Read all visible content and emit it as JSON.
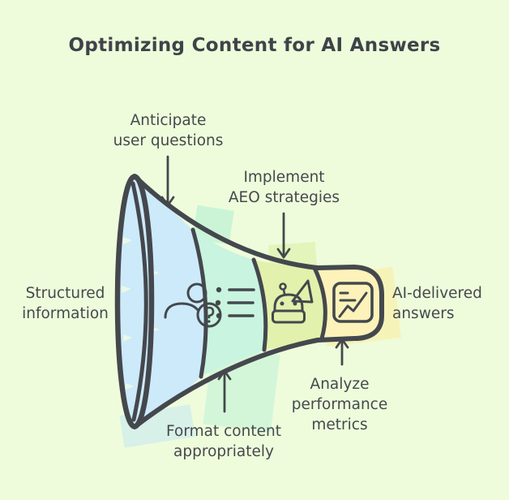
{
  "title": "Optimizing Content for AI Answers",
  "labels": {
    "anticipate": {
      "lines": [
        "Anticipate",
        "user questions"
      ],
      "arrow_direction": "down"
    },
    "implement": {
      "lines": [
        "Implement",
        "AEO strategies"
      ],
      "arrow_direction": "down"
    },
    "structured": {
      "lines": [
        "Structured",
        "information"
      ]
    },
    "ai_delivered": {
      "lines": [
        "AI-delivered",
        "answers"
      ]
    },
    "format": {
      "lines": [
        "Format content",
        "appropriately"
      ],
      "arrow_direction": "up"
    },
    "analyze": {
      "lines": [
        "Analyze",
        "performance",
        "metrics"
      ],
      "arrow_direction": "up"
    }
  },
  "funnel": {
    "input": "Structured information",
    "output": "AI-delivered answers",
    "stages": [
      {
        "name": "Anticipate user questions",
        "icon": "user-question-icon",
        "color": "#cdeafa"
      },
      {
        "name": "Format content appropriately",
        "icon": "bullet-list-icon",
        "color": "#c9f4df"
      },
      {
        "name": "Implement AEO strategies",
        "icon": "robot-megaphone-icon",
        "color": "#e2f1ac"
      },
      {
        "name": "Analyze performance metrics",
        "icon": "line-chart-icon",
        "color": "#fcf2ba"
      }
    ]
  },
  "colors": {
    "background": "#eefcdb",
    "outline": "#44484d",
    "text": "#45494d",
    "stage_blue": "#cdeafa",
    "stage_teal": "#c9f4df",
    "stage_green": "#e2f1ac",
    "stage_yellow": "#fcf2ba"
  }
}
